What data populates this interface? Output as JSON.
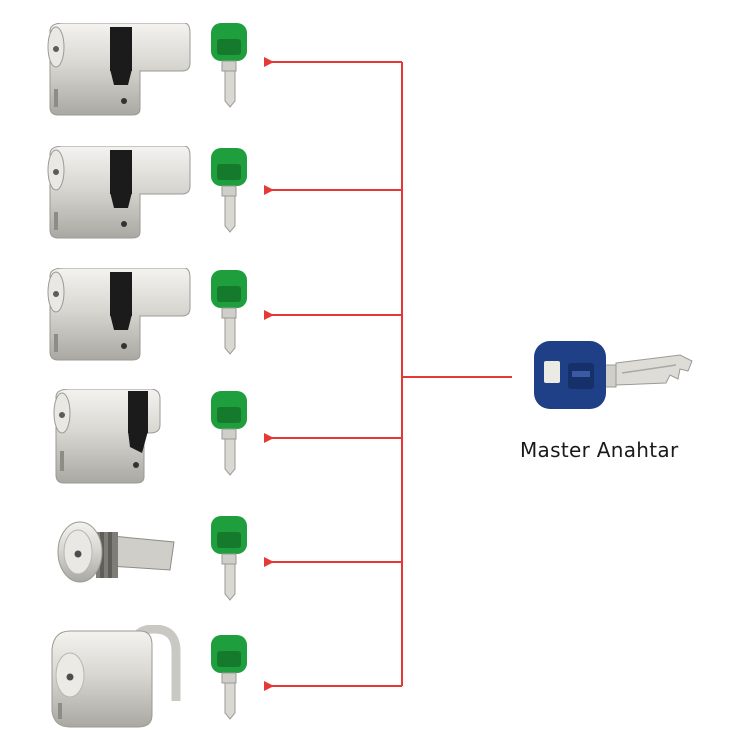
{
  "diagram": {
    "caption": "Master Anahtar",
    "colors": {
      "arrow": "#e53935",
      "user_key_head": "#1e9e3c",
      "master_key_head": "#1f3f86",
      "metal": "#d9d8d3"
    },
    "locks": [
      {
        "type": "double-cylinder",
        "icon": "euro-cylinder-icon"
      },
      {
        "type": "double-cylinder",
        "icon": "euro-cylinder-icon"
      },
      {
        "type": "double-cylinder",
        "icon": "euro-cylinder-icon"
      },
      {
        "type": "half-cylinder",
        "icon": "half-cylinder-icon"
      },
      {
        "type": "cam-lock",
        "icon": "cam-lock-icon"
      },
      {
        "type": "padlock",
        "icon": "padlock-icon"
      }
    ]
  }
}
